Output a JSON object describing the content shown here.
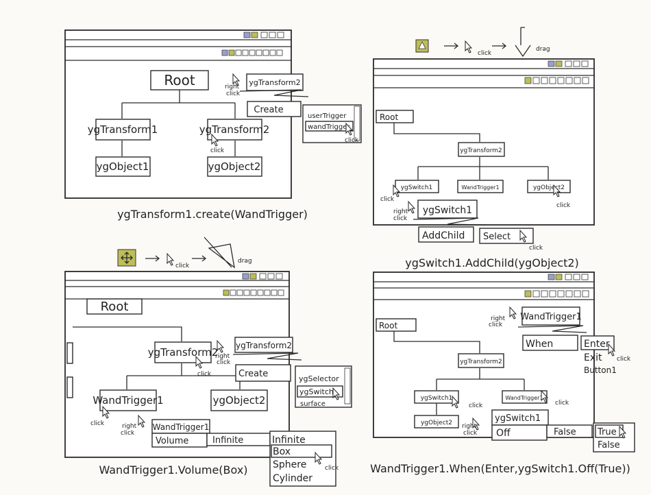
{
  "panel_tl": {
    "root": "Root",
    "n1": "ygTransform1",
    "n2": "ygTransform2",
    "n3": "ygObject1",
    "n4": "ygObject2",
    "menu_title": "ygTransform2",
    "menu_create": "Create",
    "sub1": "userTrigger",
    "sub2": "wandTrigger",
    "right": "right",
    "click": "click",
    "caption": "ygTransform1.create(WandTrigger)"
  },
  "panel_tr": {
    "root": "Root",
    "n1": "ygTransform2",
    "n2": "ygSwitch1",
    "n3": "WandTrigger1",
    "n4": "ygObject2",
    "menu_title": "ygSwitch1",
    "menu_add": "AddChild",
    "menu_select": "Select",
    "click": "click",
    "drag": "drag",
    "right": "right",
    "caption": "ygSwitch1.AddChild(ygObject2)"
  },
  "panel_bl": {
    "root": "Root",
    "n1": "ygTransform2",
    "n2": "WandTrigger1",
    "n3": "ygObject2",
    "menu_title": "ygTransform2",
    "menu_create": "Create",
    "sub1": "ygSelector",
    "sub2": "ygSwitch",
    "sub3": "surface",
    "menu2_title": "WandTrigger1",
    "menu2_volume": "Volume",
    "menu2_value": "Infinite",
    "opt1": "Infinite",
    "opt2": "Box",
    "opt3": "Sphere",
    "opt4": "Cylinder",
    "click": "click",
    "drag": "drag",
    "right": "right",
    "caption": "WandTrigger1.Volume(Box)"
  },
  "panel_br": {
    "root": "Root",
    "n1": "ygTransform2",
    "n2": "ygSwitch1",
    "n3": "WandTrigger1",
    "n4": "ygObject2",
    "menu_title": "WandTrigger1",
    "menu_when": "When",
    "ev1": "Enter",
    "ev2": "Exit",
    "ev3": "Button1",
    "menu2_title": "ygSwitch1",
    "menu2_off": "Off",
    "menu2_val": "False",
    "opt1": "True",
    "opt2": "False",
    "click": "click",
    "right": "right",
    "caption": "WandTrigger1.When(Enter,ygSwitch1.Off(True))"
  }
}
